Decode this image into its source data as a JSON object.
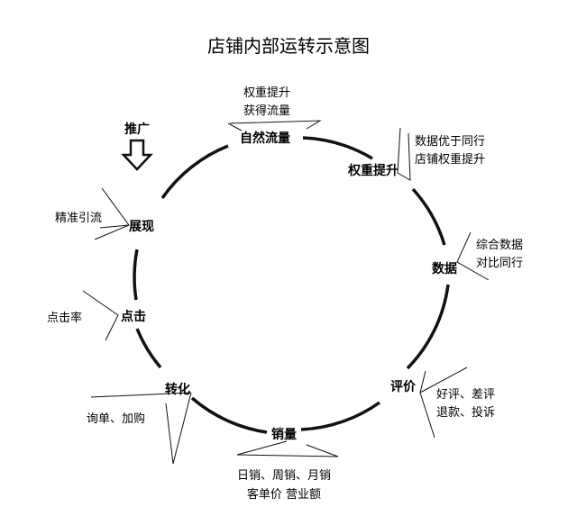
{
  "title": "店铺内部运转示意图",
  "push_label": "推广",
  "nodes": [
    {
      "id": "traffic",
      "label": "自然流量",
      "note_lines": [
        "权重提升",
        "获得流量"
      ]
    },
    {
      "id": "weight",
      "label": "权重提升",
      "note_lines": [
        "数据优于同行",
        "店铺权重提升"
      ]
    },
    {
      "id": "data",
      "label": "数据",
      "note_lines": [
        "综合数据",
        "对比同行"
      ]
    },
    {
      "id": "review",
      "label": "评价",
      "note_lines": [
        "好评、差评",
        "退款、投诉"
      ]
    },
    {
      "id": "sales",
      "label": "销量",
      "note_lines": [
        "日销、周销、月销",
        "客单价  营业额"
      ]
    },
    {
      "id": "convert",
      "label": "转化",
      "note_lines": [
        "询单、加购"
      ]
    },
    {
      "id": "click",
      "label": "点击",
      "note_lines": [
        "点击率"
      ]
    },
    {
      "id": "display",
      "label": "展现",
      "note_lines": [
        "精准引流"
      ]
    }
  ]
}
